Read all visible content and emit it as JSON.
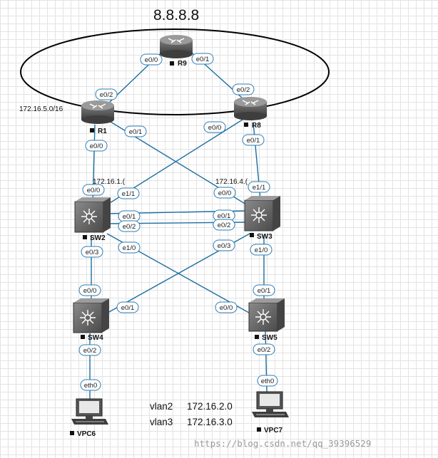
{
  "title": "8.8.8.8",
  "networks": {
    "r1_net": "172.16.5.0/16",
    "sw2_net": "172.16.1.(",
    "sw3_net": "172.16.4.("
  },
  "devices": {
    "r9": "R9",
    "r1": "R1",
    "r8": "R8",
    "sw2": "SW2",
    "sw3": "SW3",
    "sw4": "SW4",
    "sw5": "SW5",
    "vpc6": "VPC6",
    "vpc7": "VPC7"
  },
  "interfaces": {
    "r9_e00": "e0/0",
    "r9_e01": "e0/1",
    "r1_e02": "e0/2",
    "r1_e01": "e0/1",
    "r1_e00": "e0/0",
    "r8_e02": "e0/2",
    "r8_e00": "e0/0",
    "r8_e01": "e0/1",
    "sw2_e00": "e0/0",
    "sw2_e11": "e1/1",
    "sw2_e01": "e0/1",
    "sw2_e02": "e0/2",
    "sw2_e03": "e0/3",
    "sw2_e10": "e1/0",
    "sw3_e00": "e0/0",
    "sw3_e11": "e1/1",
    "sw3_e01": "e0/1",
    "sw3_e02": "e0/2",
    "sw3_e03": "e0/3",
    "sw3_e10": "e1/0",
    "sw4_e00": "e0/0",
    "sw4_e01": "e0/1",
    "sw4_e02": "e0/2",
    "sw5_e00": "e0/0",
    "sw5_e01": "e0/1",
    "sw5_e02": "e0/2",
    "vpc6_eth0": "eth0",
    "vpc7_eth0": "eth0"
  },
  "vlans": [
    {
      "name": "vlan2",
      "subnet": "172.16.2.0"
    },
    {
      "name": "vlan3",
      "subnet": "172.16.3.0"
    }
  ],
  "watermark": "https://blog.csdn.net/qq_39396529",
  "colors": {
    "link": "#1e6fa0",
    "pill_border": "#2a7db5",
    "device": "#5a5a5a"
  },
  "icons": {
    "router": "router-icon",
    "switch": "multilayer-switch-icon",
    "pc": "pc-icon"
  }
}
